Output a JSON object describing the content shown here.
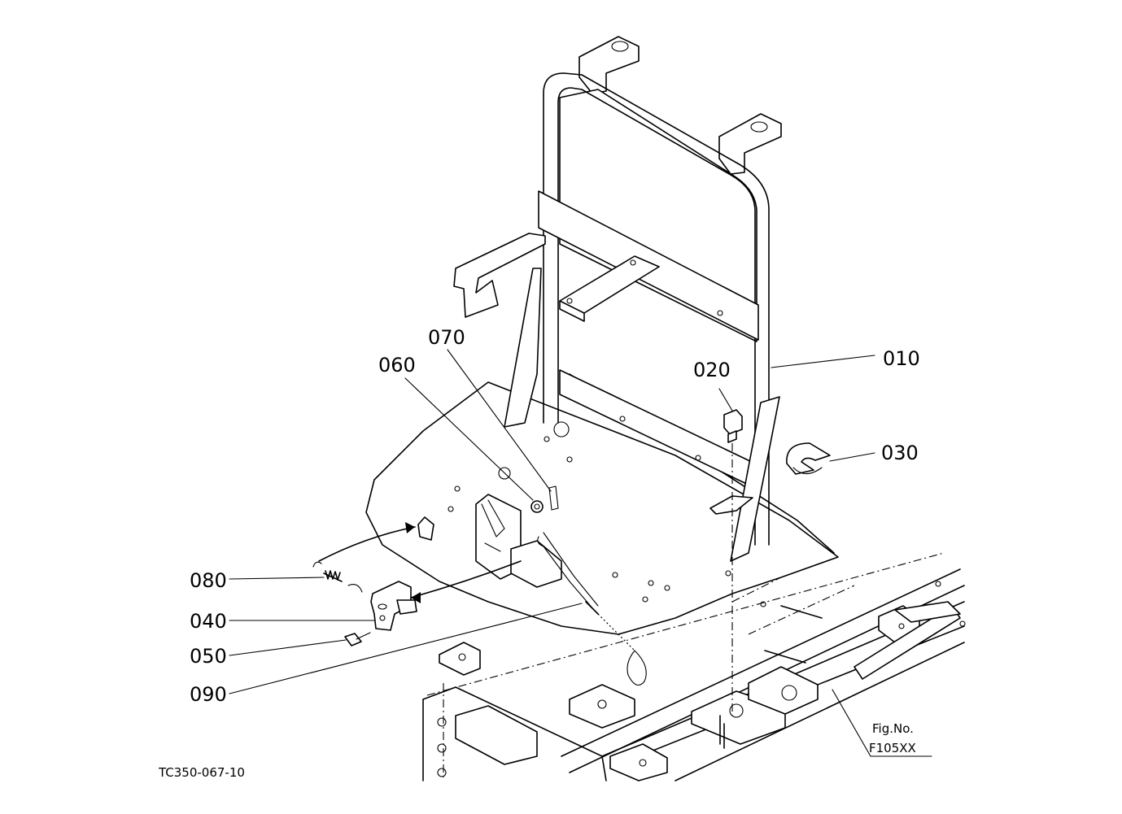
{
  "callouts": {
    "p010": "010",
    "p020": "020",
    "p030": "030",
    "p040": "040",
    "p050": "050",
    "p060": "060",
    "p070": "070",
    "p080": "080",
    "p090": "090"
  },
  "figure": {
    "fig_label": "Fig.No.",
    "fig_number": "F105XX",
    "drawing_code": "TC350-067-10"
  }
}
